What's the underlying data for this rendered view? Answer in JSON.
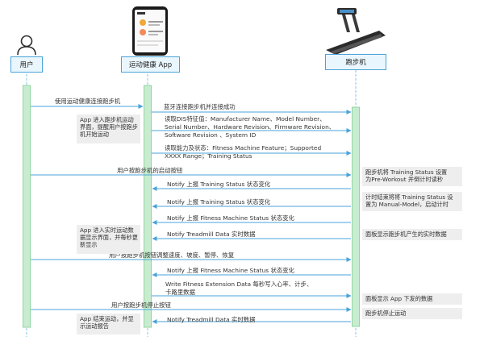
{
  "actors": {
    "user": "用户",
    "app": "运动健康 App",
    "treadmill": "跑步机"
  },
  "messages": {
    "m1": "使用运动健康连接跑步机",
    "m2": "蓝牙连接跑步机并连接成功",
    "m3": [
      "读取DIS特征值：Manufacturer Name、Model Number、",
      "Serial Number、Hardware Revision、Firmware Revision、",
      "Software Revision 、System ID"
    ],
    "m4": [
      "读取能力及状态：Fitness Machine Feature；Supported",
      "XXXX Range；Training Status"
    ],
    "m5": "用户按跑步机的启动按钮",
    "m6": "Notify 上报 Training Status 状态变化",
    "m7": "Notify 上报 Training Status 状态变化",
    "m8": "Notify 上报 Fitness Machine Status 状态变化",
    "m9": "Notify Treadmill Data 实时数据",
    "m10": "用户按跑步机按钮调整速度、坡度、暂停、恢复",
    "m11": "Notify 上报 Fitness Machine Status 状态变化",
    "m12": [
      "Write Fitness Extension Data 每秒写入心率、计步、",
      "卡路里数据"
    ],
    "m13": "用户按跑步机停止按钮",
    "m14": "Notify Treadmill Data 实时数据"
  },
  "notes": {
    "app_enter_run": [
      "App 进入跑步机运动",
      "界面，提醒用户按跑步",
      "机开始运动"
    ],
    "app_realtime": [
      "App 进入实时运动数",
      "据显示界面，并每秒更",
      "新显示"
    ],
    "app_end": [
      "App 结束运动，并显",
      "示运动报告"
    ],
    "tm_pre_workout": [
      "跑步机将 Training Status 设置",
      "为Pre-Workout 并倒计时读秒"
    ],
    "tm_manual": [
      "计时结束将将 Training Status 设",
      "置为 Manual-Model，启动计时"
    ],
    "tm_panel_realtime": "面板显示跑步机产生的实时数据",
    "tm_panel_app": "面板显示 App 下发的数据",
    "tm_stop": "跑步机停止运动"
  }
}
